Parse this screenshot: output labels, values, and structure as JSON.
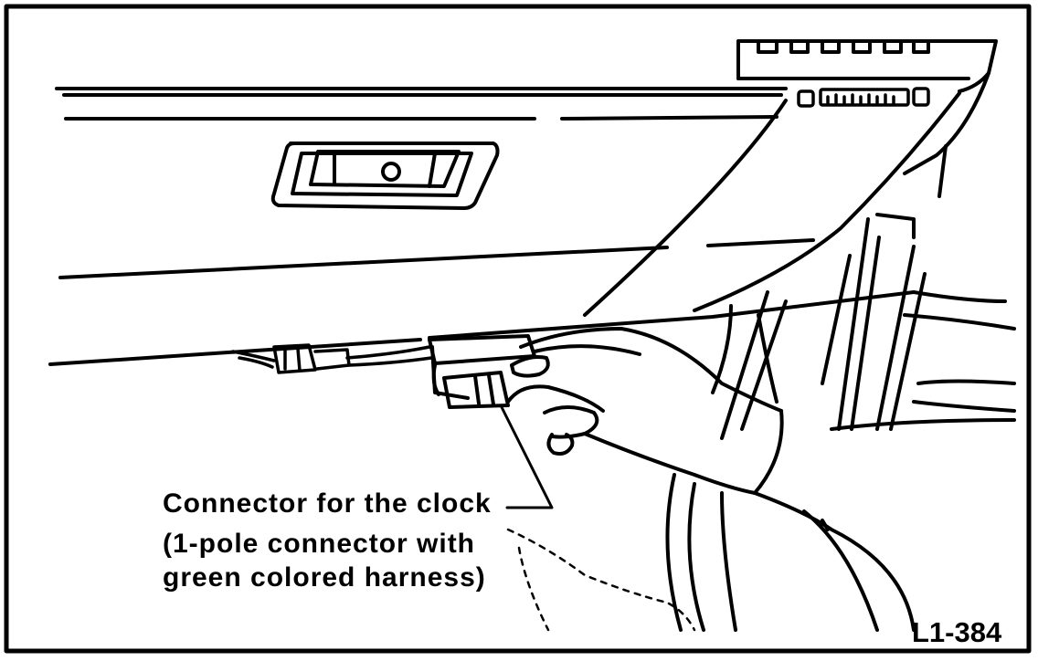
{
  "figure": {
    "callout_lines": [
      "Connector for the clock",
      "(1-pole connector with",
      "green colored harness)"
    ],
    "figure_number": "L1-384"
  },
  "colors": {
    "ink": "#000000",
    "paper": "#ffffff"
  }
}
